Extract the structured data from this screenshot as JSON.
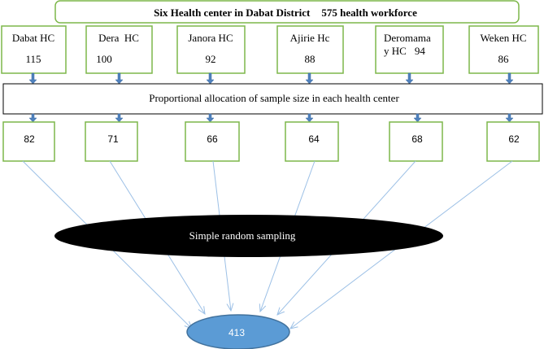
{
  "header": {
    "title": "Six Health center in Dabat District",
    "workforce": "575 health workforce"
  },
  "health_centers": [
    {
      "name": "Dabat HC",
      "count": "115",
      "sample": "82"
    },
    {
      "name": "Dera  HC",
      "count": "100",
      "sample": "71"
    },
    {
      "name": "Janora HC",
      "count": "92",
      "sample": "66"
    },
    {
      "name": "Ajirie Hc",
      "count": "88",
      "sample": "64"
    },
    {
      "name_line1": "Deromama",
      "name_line2": "y HC",
      "count": "94",
      "sample": "68"
    },
    {
      "name": "Weken HC",
      "count": "86",
      "sample": "62"
    }
  ],
  "allocation_label": "Proportional allocation of sample size in each health center",
  "sampling_label": "Simple random sampling",
  "total_sample": "413",
  "colors": {
    "green_border": "#7db74a",
    "arrow_blue": "#4f81bd",
    "line_blue": "#9cc0e6",
    "final_fill": "#5b9bd5",
    "final_stroke": "#41719c",
    "ellipse_fill": "#000000"
  }
}
